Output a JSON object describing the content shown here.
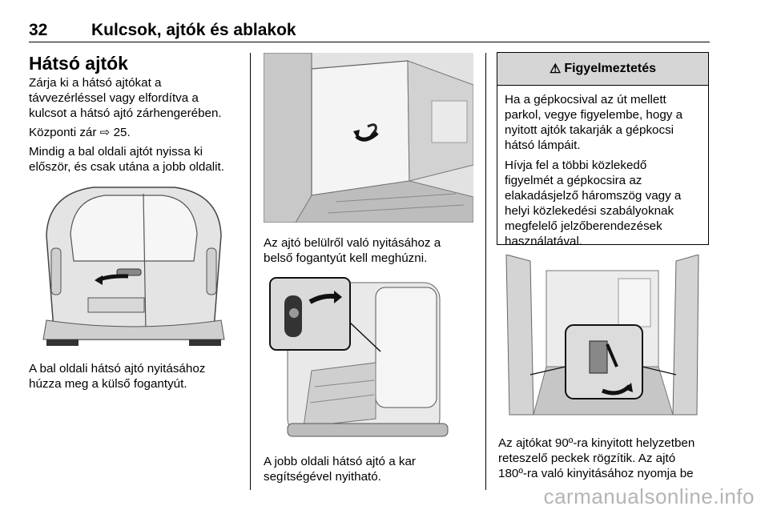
{
  "header": {
    "page_number": "32",
    "chapter_title": "Kulcsok, ajtók és ablakok"
  },
  "left": {
    "section_title": "Hátsó ajtók",
    "para1": "Zárja ki a hátsó ajtókat a\ntávvezérléssel vagy elfordítva a\nkulcsot a hátsó ajtó zárhengerében.",
    "para2": "Központi zár ⇨ 25.",
    "para3": "Mindig a bal oldali ajtót nyissa ki\nelőször, és csak utána a jobb oldalit.",
    "caption": "A bal oldali hátsó ajtó nyitásához\nhúzza meg a külső fogantyút."
  },
  "middle": {
    "caption1": "Az ajtó belülről való nyitásához a\nbelső fogantyút kell meghúzni.",
    "caption2": "A jobb oldali hátsó ajtó a kar\nsegítségével nyitható."
  },
  "right": {
    "warning": {
      "icon": "warning-triangle",
      "title": "Figyelmeztetés",
      "para1": "Ha a gépkocsival az út mellett\nparkol, vegye figyelembe, hogy a\nnyitott ajtók takarják a gépkocsi\nhátsó lámpáit.",
      "para2": "Hívja fel a többi közlekedő\nfigyelmét a gépkocsira az\nelakadásjelző háromszög vagy a\nhelyi közlekedési szabályoknak\nmegfelelő jelzőberendezések\nhasználatával."
    },
    "caption": "Az ajtókat 90º-ra kinyitott helyzetben\nreteszelő peckek rögzítik. Az ajtó\n180º-ra való kinyitásához nyomja be"
  },
  "watermark": "carmanualsonline.info"
}
